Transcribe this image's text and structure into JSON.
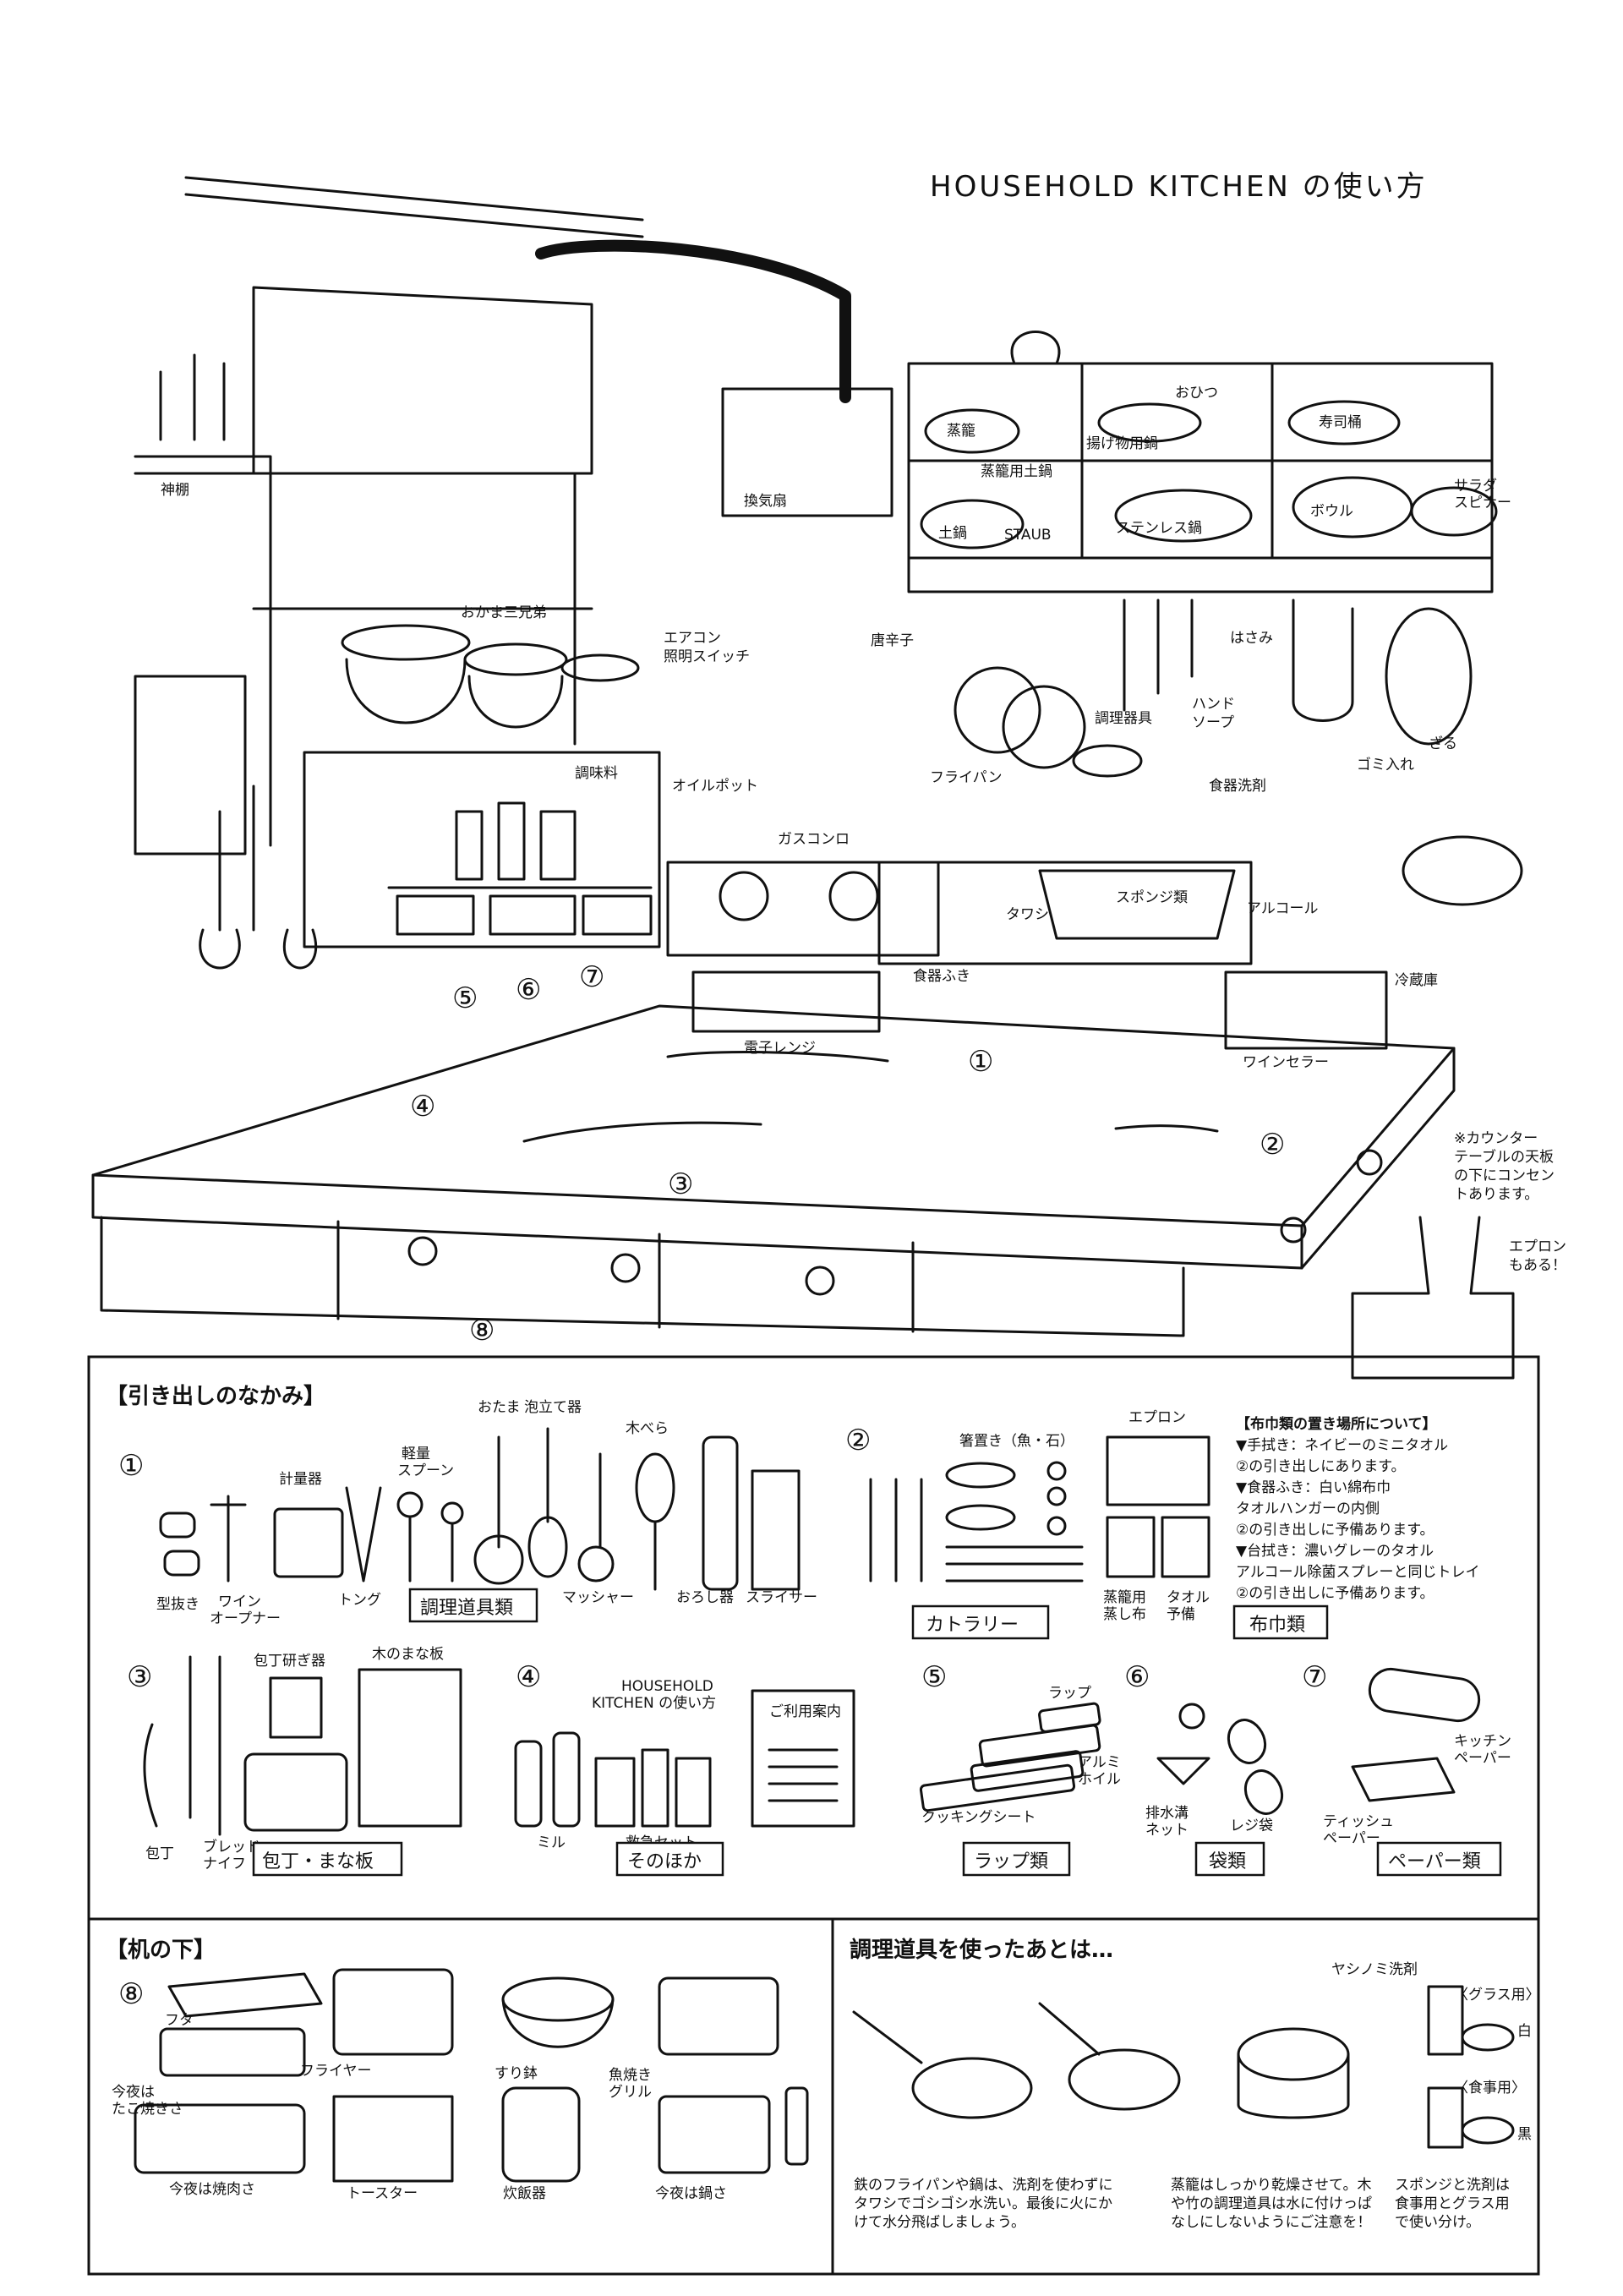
{
  "title": "HOUSEHOLD KITCHEN の使い方",
  "kitchen_labels": {
    "kamidana": "神棚",
    "kankisen": "換気扇",
    "mushiki": "蒸籠",
    "mushiki_donabe": "蒸籠用土鍋",
    "donabe": "土鍋",
    "staub": "STAUB",
    "ohitsu": "おひつ",
    "agemono": "揚げ物用鍋",
    "stainless": "ステンレス鍋",
    "sushioke": "寿司桶",
    "bowl": "ボウル",
    "salad_spinner": "サラダ\nスピナー",
    "okama": "おかま三兄弟",
    "aircon": "エアコン\n照明スイッチ",
    "togarashi": "唐辛子",
    "hasami": "はさみ",
    "choriki": "調理器具",
    "hand_soap": "ハンド\nソープ",
    "zaru": "ざる",
    "gomi": "ゴミ入れ",
    "chomiryo": "調味料",
    "oil_pot": "オイルポット",
    "frypan": "フライパン",
    "shokki_senzai": "食器洗剤",
    "gas": "ガスコンロ",
    "tawashi": "タワシ",
    "sponge": "スポンジ類",
    "alcohol": "アルコール",
    "shokki_fuki": "食器ふき",
    "reizoko": "冷蔵庫",
    "denshi": "電子レンジ",
    "wine": "ワインセラー",
    "counter_note": "※カウンター\nテーブルの天板\nの下にコンセン\nトあります。",
    "apron_note": "エプロン\nもある！"
  },
  "circle_numbers": [
    "①",
    "②",
    "③",
    "④",
    "⑤",
    "⑥",
    "⑦",
    "⑧"
  ],
  "drawer": {
    "heading": "【引き出しのなかみ】",
    "s1": {
      "items": [
        "型抜き",
        "ワイン\nオープナー",
        "計量器",
        "トング",
        "軽量\nスプーン",
        "おたま",
        "泡立て器",
        "マッシャー",
        "木べら",
        "おろし器",
        "スライサー"
      ],
      "tag": "調理道具類"
    },
    "s2": {
      "items": [
        "箸置き（魚・石）",
        "エプロン",
        "蒸籠用\n蒸し布",
        "タオル\n予備"
      ],
      "tag_cutlery": "カトラリー",
      "tag_cloth": "布巾類"
    },
    "cloth_note": {
      "title": "【布巾類の置き場所について】",
      "lines": [
        "▼手拭き：ネイビーのミニタオル",
        "②の引き出しにあります。",
        "▼食器ふき：白い綿布巾",
        "タオルハンガーの内側",
        "②の引き出しに予備あります。",
        "▼台拭き：濃いグレーのタオル",
        "アルコール除菌スプレーと同じトレイ",
        "②の引き出しに予備あります。"
      ]
    },
    "s3": {
      "items": [
        "包丁研ぎ器",
        "木のまな板",
        "包丁",
        "ブレッド\nナイフ"
      ],
      "tag": "包丁・まな板"
    },
    "s4": {
      "items": [
        "HOUSEHOLD\nKITCHEN の使い方",
        "ミル",
        "救急セット"
      ],
      "tag": "そのほか",
      "booklet": "ご利用案内"
    },
    "s5": {
      "items": [
        "ラップ",
        "アルミ\nホイル",
        "クッキングシート"
      ],
      "tag": "ラップ類"
    },
    "s6": {
      "items": [
        "排水溝\nネット",
        "レジ袋"
      ],
      "tag": "袋類"
    },
    "s7": {
      "items": [
        "キッチン\nペーパー",
        "ティッシュ\nペーパー"
      ],
      "tag": "ペーパー類"
    }
  },
  "under_desk": {
    "heading": "【机の下】",
    "items": [
      "フタ",
      "今夜は\nたこ焼きさ",
      "フライヤー",
      "すり鉢",
      "魚焼き\nグリル",
      "今夜は焼肉さ",
      "トースター",
      "炊飯器",
      "今夜は鍋さ"
    ]
  },
  "after_use": {
    "heading": "調理道具を使ったあとは…",
    "yashinomi": "ヤシノミ洗剤",
    "glass": "〈グラス用〉",
    "white": "白",
    "dish": "〈食事用〉",
    "black": "黒",
    "text1": "鉄のフライパンや鍋は、洗剤を使わずに\nタワシでゴシゴシ水洗い。最後に火にか\nけて水分飛ばしましょう。",
    "text2": "蒸籠はしっかり乾燥させて。木\nや竹の調理道具は水に付けっぱ\nなしにしないようにご注意を！",
    "text3": "スポンジと洗剤は\n食事用とグラス用\nで使い分け。"
  }
}
